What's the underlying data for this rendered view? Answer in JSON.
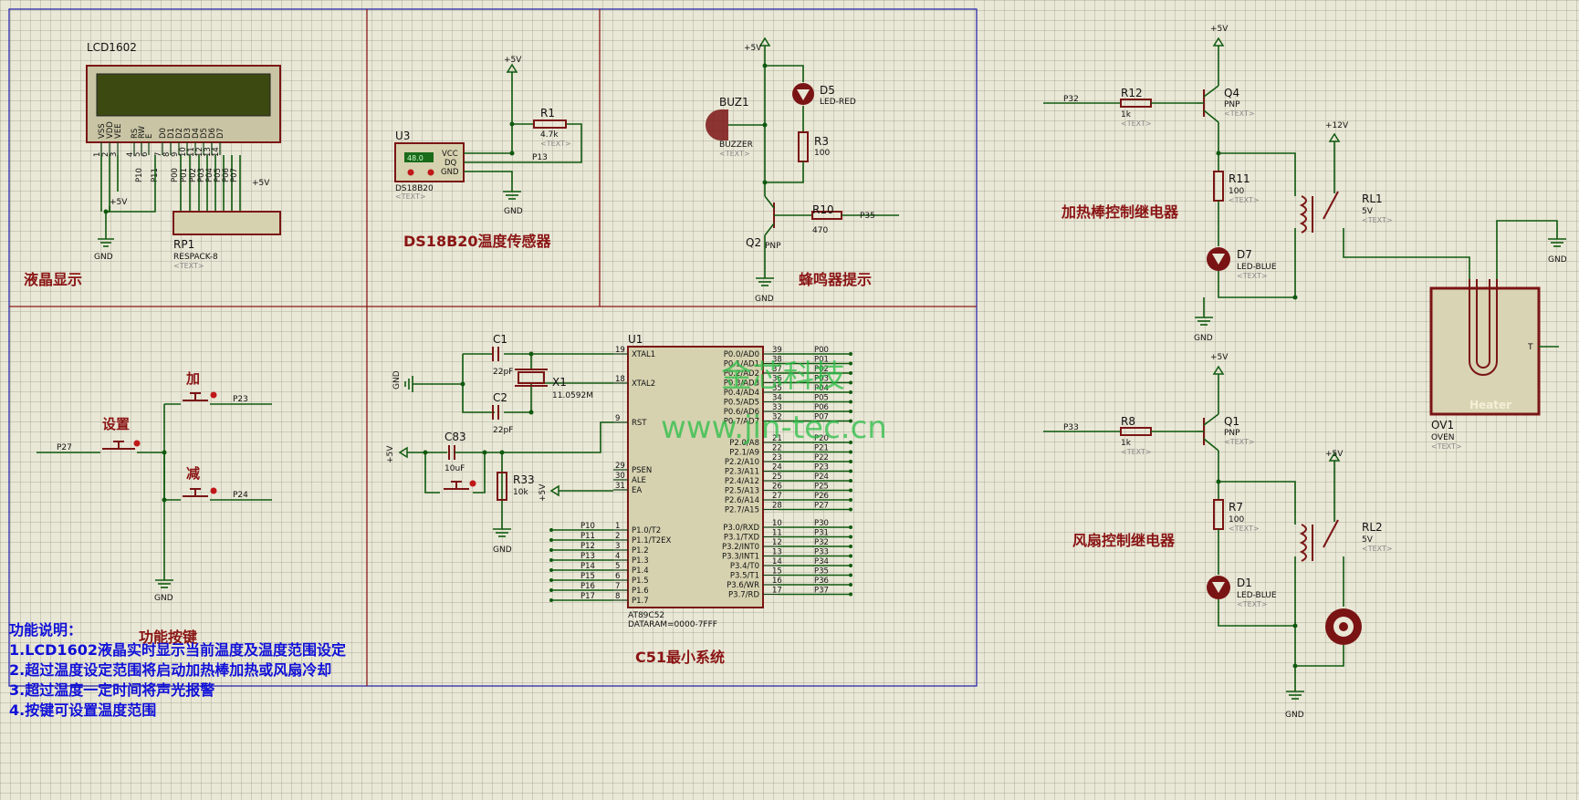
{
  "sections": {
    "lcd": "液晶显示",
    "ds18b20": "DS18B20温度传感器",
    "buzzer": "蜂鸣器提示",
    "heater_relay": "加热棒控制继电器",
    "fan_relay": "风扇控制继电器",
    "keys": "功能按键",
    "mcu": "C51最小系统"
  },
  "lcd": {
    "name": "LCD1602",
    "pins": [
      "VSS",
      "VDD",
      "VEE",
      "RS",
      "RW",
      "E",
      "D0",
      "D1",
      "D2",
      "D3",
      "D4",
      "D5",
      "D6",
      "D7"
    ],
    "pin_nums": [
      "1",
      "2",
      "3",
      "4",
      "5",
      "6",
      "7",
      "8",
      "9",
      "10",
      "11",
      "12",
      "13",
      "14"
    ],
    "nets": [
      "P10",
      "P11",
      "P00",
      "P01",
      "P02",
      "P03",
      "P04",
      "P05",
      "P06",
      "P07"
    ]
  },
  "rp1": {
    "ref": "RP1",
    "value": "RESPACK-8",
    "text": "<TEXT>"
  },
  "u3": {
    "ref": "U3",
    "name": "DS18B20",
    "display": "48.0",
    "pins": [
      "VCC",
      "DQ",
      "GND"
    ],
    "text": "<TEXT>"
  },
  "r1": {
    "ref": "R1",
    "value": "4.7k",
    "text": "<TEXT>"
  },
  "buz1": {
    "ref": "BUZ1",
    "name": "BUZZER",
    "text": "<TEXT>"
  },
  "d5": {
    "ref": "D5",
    "value": "LED-RED"
  },
  "r3": {
    "ref": "R3",
    "value": "100"
  },
  "r10": {
    "ref": "R10",
    "value": "470"
  },
  "q2": {
    "ref": "Q2",
    "value": "PNP"
  },
  "r12": {
    "ref": "R12",
    "value": "1k",
    "text": "<TEXT>"
  },
  "q4": {
    "ref": "Q4",
    "value": "PNP",
    "text": "<TEXT>"
  },
  "r11": {
    "ref": "R11",
    "value": "100",
    "text": "<TEXT>"
  },
  "d7": {
    "ref": "D7",
    "value": "LED-BLUE",
    "text": "<TEXT>"
  },
  "rl1": {
    "ref": "RL1",
    "value": "5V",
    "text": "<TEXT>"
  },
  "ov1": {
    "ref": "OV1",
    "value": "OVEN",
    "label": "Heater",
    "text": "<TEXT>",
    "pin": "T"
  },
  "r8": {
    "ref": "R8",
    "value": "1k",
    "text": "<TEXT>"
  },
  "q1": {
    "ref": "Q1",
    "value": "PNP",
    "text": "<TEXT>"
  },
  "r7": {
    "ref": "R7",
    "value": "100",
    "text": "<TEXT>"
  },
  "d1": {
    "ref": "D1",
    "value": "LED-BLUE",
    "text": "<TEXT>"
  },
  "rl2": {
    "ref": "RL2",
    "value": "5V",
    "text": "<TEXT>"
  },
  "c1": {
    "ref": "C1",
    "value": "22pF"
  },
  "c2": {
    "ref": "C2",
    "value": "22pF"
  },
  "x1": {
    "ref": "X1",
    "value": "11.0592M"
  },
  "c83": {
    "ref": "C83",
    "value": "10uF"
  },
  "r33": {
    "ref": "R33",
    "value": "10k"
  },
  "u1": {
    "ref": "U1",
    "name": "AT89C52",
    "note": "DATARAM=0000-7FFF",
    "left_pins": [
      {
        "num": "19",
        "name": "XTAL1"
      },
      {
        "num": "18",
        "name": "XTAL2"
      },
      {
        "num": "9",
        "name": "RST"
      },
      {
        "num": "29",
        "name": "PSEN"
      },
      {
        "num": "30",
        "name": "ALE"
      },
      {
        "num": "31",
        "name": "EA"
      },
      {
        "num": "1",
        "name": "P1.0/T2",
        "net": "P10"
      },
      {
        "num": "2",
        "name": "P1.1/T2EX",
        "net": "P11"
      },
      {
        "num": "3",
        "name": "P1.2",
        "net": "P12"
      },
      {
        "num": "4",
        "name": "P1.3",
        "net": "P13"
      },
      {
        "num": "5",
        "name": "P1.4",
        "net": "P14"
      },
      {
        "num": "6",
        "name": "P1.5",
        "net": "P15"
      },
      {
        "num": "7",
        "name": "P1.6",
        "net": "P16"
      },
      {
        "num": "8",
        "name": "P1.7",
        "net": "P17"
      }
    ],
    "right_pins": [
      {
        "num": "39",
        "name": "P0.0/AD0",
        "net": "P00"
      },
      {
        "num": "38",
        "name": "P0.1/AD1",
        "net": "P01"
      },
      {
        "num": "37",
        "name": "P0.2/AD2",
        "net": "P02"
      },
      {
        "num": "36",
        "name": "P0.3/AD3",
        "net": "P03"
      },
      {
        "num": "35",
        "name": "P0.4/AD4",
        "net": "P04"
      },
      {
        "num": "34",
        "name": "P0.5/AD5",
        "net": "P05"
      },
      {
        "num": "33",
        "name": "P0.6/AD6",
        "net": "P06"
      },
      {
        "num": "32",
        "name": "P0.7/AD7",
        "net": "P07"
      },
      {
        "num": "21",
        "name": "P2.0/A8",
        "net": "P20"
      },
      {
        "num": "22",
        "name": "P2.1/A9",
        "net": "P21"
      },
      {
        "num": "23",
        "name": "P2.2/A10",
        "net": "P22"
      },
      {
        "num": "24",
        "name": "P2.3/A11",
        "net": "P23"
      },
      {
        "num": "25",
        "name": "P2.4/A12",
        "net": "P24"
      },
      {
        "num": "26",
        "name": "P2.5/A13",
        "net": "P25"
      },
      {
        "num": "27",
        "name": "P2.6/A14",
        "net": "P26"
      },
      {
        "num": "28",
        "name": "P2.7/A15",
        "net": "P27"
      },
      {
        "num": "10",
        "name": "P3.0/RXD",
        "net": "P30"
      },
      {
        "num": "11",
        "name": "P3.1/TXD",
        "net": "P31"
      },
      {
        "num": "12",
        "name": "P3.2/INT0",
        "net": "P32"
      },
      {
        "num": "13",
        "name": "P3.3/INT1",
        "net": "P33"
      },
      {
        "num": "14",
        "name": "P3.4/T0",
        "net": "P34"
      },
      {
        "num": "15",
        "name": "P3.5/T1",
        "net": "P35"
      },
      {
        "num": "16",
        "name": "P3.6/WR",
        "net": "P36"
      },
      {
        "num": "17",
        "name": "P3.7/RD",
        "net": "P37"
      }
    ]
  },
  "keys": {
    "set": "设置",
    "add": "加",
    "sub": "减",
    "p27": "P27",
    "p23": "P23",
    "p24": "P24"
  },
  "nets": {
    "vcc5": "+5V",
    "vcc12": "+12V",
    "gnd": "GND",
    "p13": "P13",
    "p35": "P35",
    "p32": "P32",
    "p33": "P33"
  },
  "watermark": {
    "line1": "金芯科技",
    "line2": "www.jin-tec.cn"
  },
  "notes": [
    "功能说明：",
    "1.LCD1602液晶实时显示当前温度及温度范围设定",
    "2.超过温度设定范围将启动加热棒加热或风扇冷却",
    "3.超过温度一定时间将声光报警",
    "4.按键可设置温度范围"
  ]
}
